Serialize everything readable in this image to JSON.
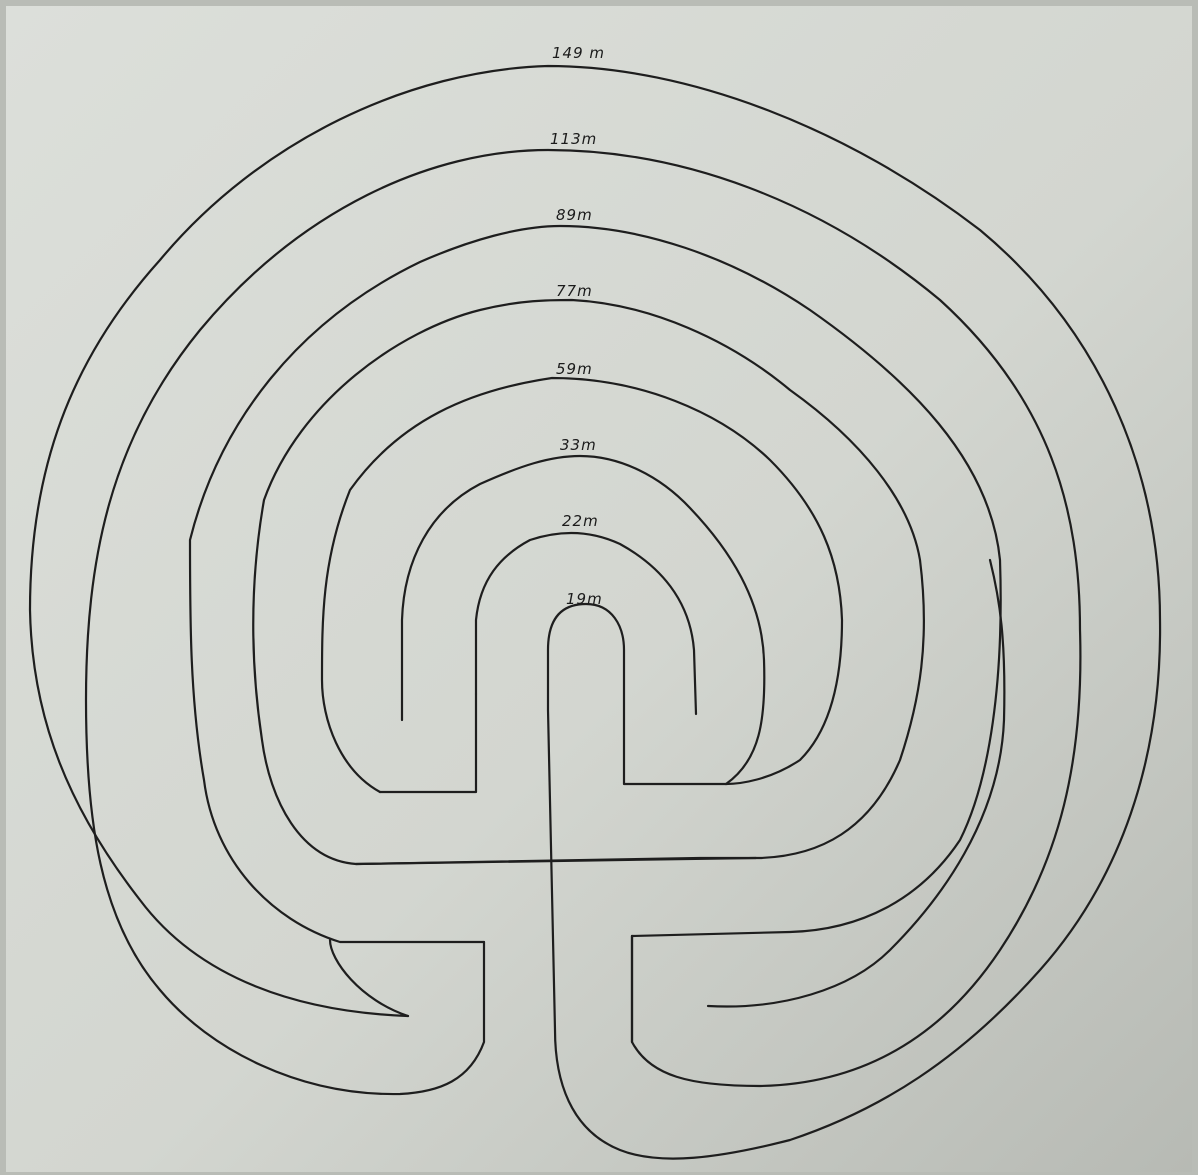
{
  "diagram": {
    "labels": [
      {
        "id": "ring-1",
        "text": "149 m"
      },
      {
        "id": "ring-2",
        "text": "113m"
      },
      {
        "id": "ring-3",
        "text": "89m"
      },
      {
        "id": "ring-4",
        "text": "77m"
      },
      {
        "id": "ring-5",
        "text": "59m"
      },
      {
        "id": "ring-6",
        "text": "33m"
      },
      {
        "id": "ring-7",
        "text": "22m"
      },
      {
        "id": "ring-8",
        "text": "19m"
      }
    ],
    "colors": {
      "paper": "#d8dbd5",
      "ink": "#1e1e1e"
    }
  }
}
